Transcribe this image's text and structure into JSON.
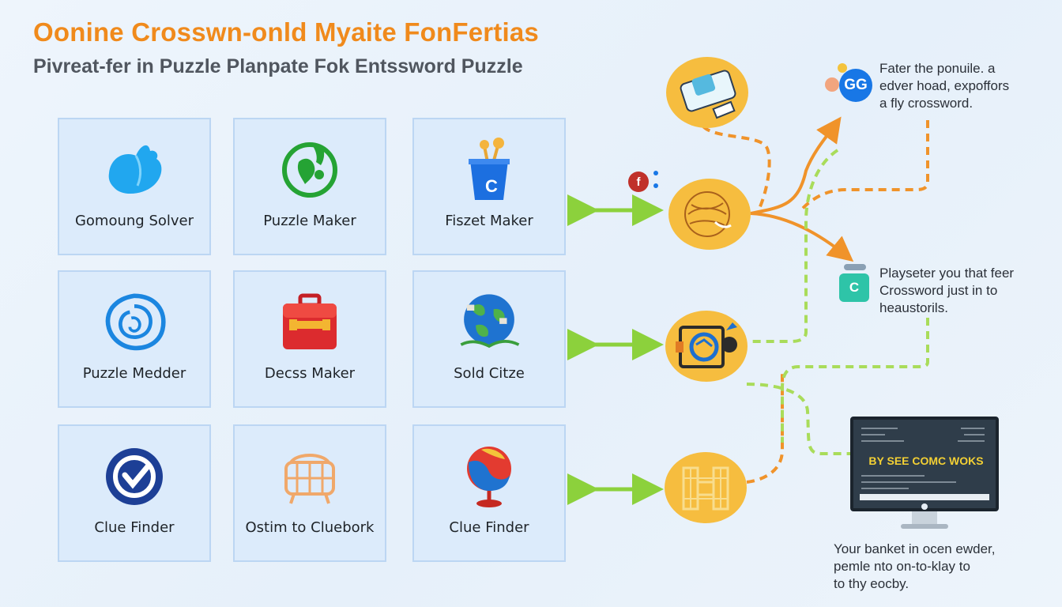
{
  "header": {
    "title": "Oonine Crosswn-onld Myaite FonFertias",
    "subtitle": "Pivreat-fer in Puzzle Planpate Fok Entssword Puzzle"
  },
  "grid": {
    "cards": [
      {
        "label": "Gomoung Solver",
        "icon": "bird-icon"
      },
      {
        "label": "Puzzle Maker",
        "icon": "green-globe-icon"
      },
      {
        "label": "Fiszet Maker",
        "icon": "cup-icon"
      },
      {
        "label": "Puzzle Medder",
        "icon": "swirl-icon"
      },
      {
        "label": "Decss Maker",
        "icon": "toolbox-icon"
      },
      {
        "label": "Sold Citze",
        "icon": "earth-icon"
      },
      {
        "label": "Clue Finder",
        "icon": "check-badge-icon"
      },
      {
        "label": "Ostim to Cluebork",
        "icon": "basket-icon"
      },
      {
        "label": "Clue Finder",
        "icon": "globe-stand-icon"
      }
    ]
  },
  "notes": {
    "top": [
      "Fater the ponuile. a",
      "edver hoad, expoffors",
      "a fly crossword."
    ],
    "middle": [
      "Playseter you that feer",
      "Crossword just in to",
      "heaustorils."
    ],
    "bottom": [
      "Your banket in ocen ewder,",
      "pemle nto on-to-klay to",
      "to thy eocby."
    ]
  },
  "badges": {
    "gg": "GG",
    "c_small": "C",
    "cup": "C",
    "flash": "f"
  },
  "monitor": {
    "screen_text": "BY SEE COMC WOKS"
  },
  "colors": {
    "title": "#f08a1c",
    "card_bg": "#dcebfb",
    "card_border": "#bcd6f3",
    "node": "#f6bd3f",
    "arrow_green": "#8cd13c",
    "dash_orange": "#f0932a",
    "dash_green": "#a9dc5a",
    "accent_blue": "#1877e6",
    "teal": "#2ec4a8"
  }
}
